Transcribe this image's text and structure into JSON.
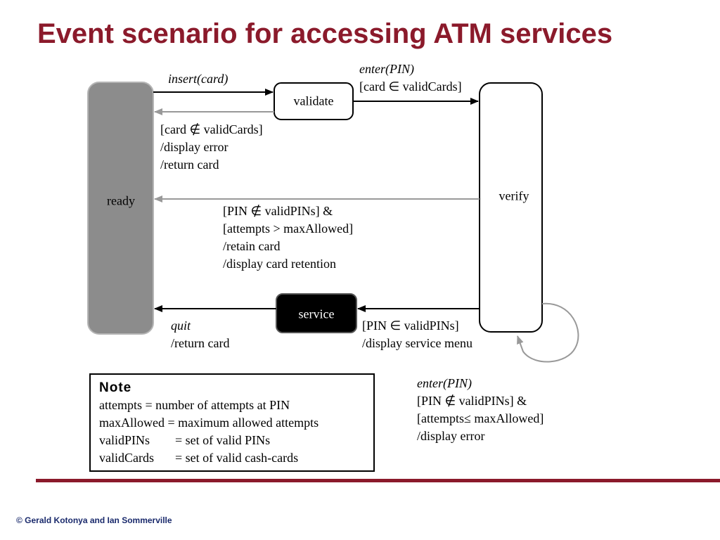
{
  "title": "Event scenario for accessing ATM services",
  "states": {
    "ready": "ready",
    "validate": "validate",
    "verify": "verify",
    "service": "service"
  },
  "transitions": {
    "insert_card": [
      "insert(card)"
    ],
    "enter_pin_valid_card": [
      "enter(PIN)",
      "[card ∈ validCards]"
    ],
    "invalid_card": [
      "[card ∉ validCards]",
      "/display error",
      "/return card"
    ],
    "retain_card": [
      "[PIN ∉ validPINs] &",
      "[attempts > maxAllowed]",
      "/retain card",
      "/display card retention"
    ],
    "quit": [
      "quit",
      "/return card"
    ],
    "valid_pin": [
      "[PIN ∈ validPINs]",
      "/display service menu"
    ],
    "retry_pin": [
      "enter(PIN)",
      "[PIN ∉ validPINs] &",
      "[attempts≤ maxAllowed]",
      "/display error"
    ]
  },
  "note": {
    "title": "Note",
    "rows": [
      {
        "term": "attempts = number of attempts at PIN",
        "def": ""
      },
      {
        "term": "maxAllowed = maximum allowed attempts",
        "def": ""
      },
      {
        "term": "validPINs",
        "def": "= set of valid PINs"
      },
      {
        "term": "validCards",
        "def": "= set of valid cash-cards"
      }
    ]
  },
  "footer": {
    "copyright": "© Gerald Kotonya and Ian Sommerville"
  },
  "colors": {
    "title": "#8b1a2b",
    "ready_fill": "#8c8c8c",
    "service_fill": "#000000",
    "gray_arrow": "#999999",
    "footer_line": "#8b1a2b",
    "copyright": "#1a2a6c"
  }
}
